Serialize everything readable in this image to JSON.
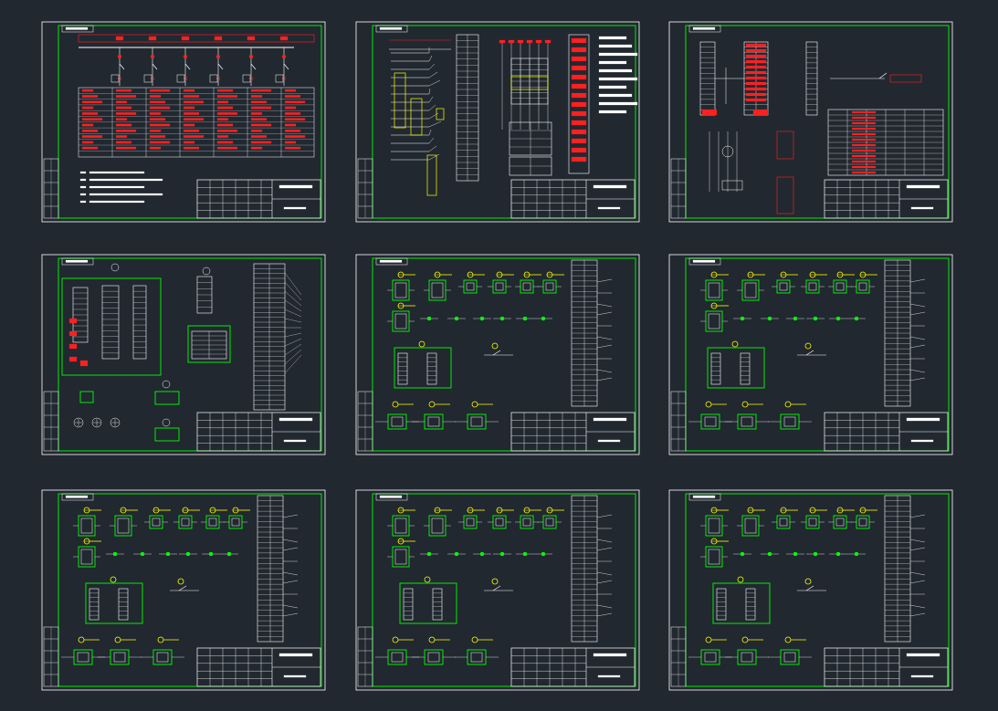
{
  "canvas": {
    "background": "#212830",
    "sheet_border_color": "#ffffff",
    "frame_color": "#00ff00",
    "line_color": "#ffffff",
    "accent_red": "#ff2020",
    "accent_yellow": "#ffff00"
  },
  "sheets": [
    {
      "kind": "single-line",
      "row": 0,
      "col": 0
    },
    {
      "kind": "wiring-bus",
      "row": 0,
      "col": 1
    },
    {
      "kind": "controller",
      "row": 0,
      "col": 2
    },
    {
      "kind": "panel-layout",
      "row": 1,
      "col": 0
    },
    {
      "kind": "relay-wiring",
      "row": 1,
      "col": 1
    },
    {
      "kind": "relay-wiring",
      "row": 1,
      "col": 2
    },
    {
      "kind": "relay-wiring",
      "row": 2,
      "col": 0
    },
    {
      "kind": "relay-wiring",
      "row": 2,
      "col": 1
    },
    {
      "kind": "relay-wiring",
      "row": 2,
      "col": 2
    }
  ]
}
